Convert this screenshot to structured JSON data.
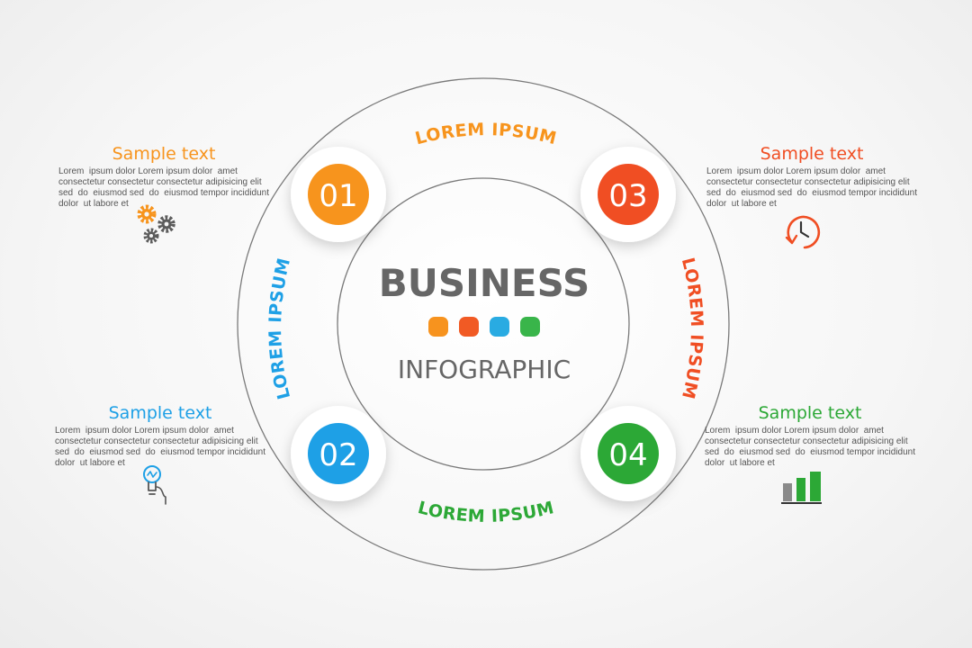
{
  "center": {
    "title": "BUSINESS",
    "subtitle": "INFOGRAPHIC",
    "dots": [
      "#f7931e",
      "#f15a24",
      "#29abe2",
      "#39b54a"
    ]
  },
  "steps": [
    {
      "number": "01",
      "color": "#f7941d",
      "title": "Sample text",
      "body": "Lorem  ipsum dolor Lorem ipsum dolor  amet\nconsectetur consectetur consectetur adipisicing elit\nsed  do  eiusmod sed  do  eiusmod tempor incididunt\ndolor  ut labore et",
      "arc_label": "LOREM IPSUM",
      "icon": "gears-icon"
    },
    {
      "number": "02",
      "color": "#1ea0e6",
      "title": "Sample text",
      "body": "Lorem  ipsum dolor Lorem ipsum dolor  amet\nconsectetur consectetur consectetur adipisicing elit\nsed  do  eiusmod sed  do  eiusmod tempor incididunt\ndolor  ut labore et",
      "arc_label": "LOREM IPSUM",
      "icon": "lightbulb-icon"
    },
    {
      "number": "03",
      "color": "#f04e23",
      "title": "Sample text",
      "body": "Lorem  ipsum dolor Lorem ipsum dolor  amet\nconsectetur consectetur consectetur adipisicing elit\nsed  do  eiusmod sed  do  eiusmod tempor incididunt\ndolor  ut labore et",
      "arc_label": "LOREM IPSUM",
      "icon": "clock-icon"
    },
    {
      "number": "04",
      "color": "#2ca836",
      "title": "Sample text",
      "body": "Lorem  ipsum dolor Lorem ipsum dolor  amet\nconsectetur consectetur consectetur adipisicing elit\nsed  do  eiusmod sed  do  eiusmod tempor incididunt\ndolor  ut labore et",
      "arc_label": "LOREM IPSUM",
      "icon": "bar-chart-icon"
    }
  ],
  "colors": {
    "ring_stroke": "#7a7a7a",
    "title_gray": "#666666",
    "body_gray": "#555555"
  }
}
